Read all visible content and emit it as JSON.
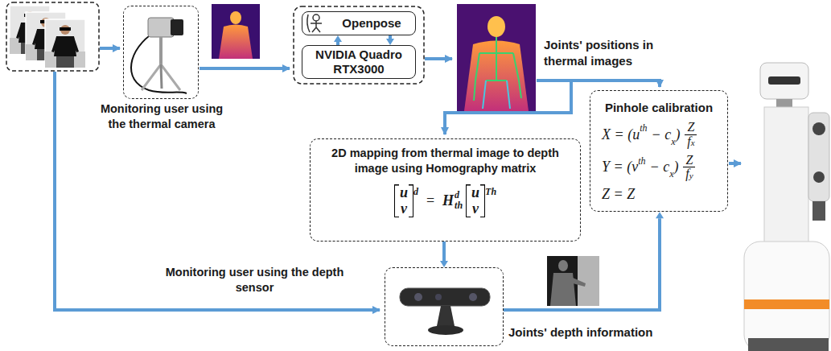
{
  "diagram": {
    "nodes": [
      {
        "text": [
          "Monitoring user using the thermal camera"
        ]
      },
      {
        "text": [
          "Openpose"
        ]
      },
      {
        "text": [
          "NVIDIA Quadro RTX3000"
        ]
      },
      {
        "text": [
          "2D mapping from thermal image to depth image using Homography matrix",
          "u",
          "v",
          "d",
          "=",
          "H",
          "d",
          "th",
          "u",
          "v",
          "Th"
        ]
      },
      {
        "text": [
          "Pinhole calibration",
          "X = (u",
          "th",
          "− c",
          "x",
          ")",
          "Z",
          "f",
          "x",
          "Y = (v",
          "th",
          "− c",
          "x",
          ")",
          "Z",
          "f",
          "y",
          "Z = Z"
        ]
      },
      {
        "text": [
          "Monitoring user using the depth sensor"
        ]
      }
    ],
    "edges": [
      {
        "from": 1,
        "to": 2,
        "arrow": "to"
      },
      {
        "from": 2,
        "to": 1,
        "arrow": "to"
      },
      {
        "from": 3,
        "to": 5,
        "arrow": "to"
      },
      {
        "from": 5,
        "to": 4,
        "label": "Joints' depth information",
        "arrow": "to"
      }
    ],
    "labels": [
      "Joints' positions in thermal images"
    ]
  }
}
